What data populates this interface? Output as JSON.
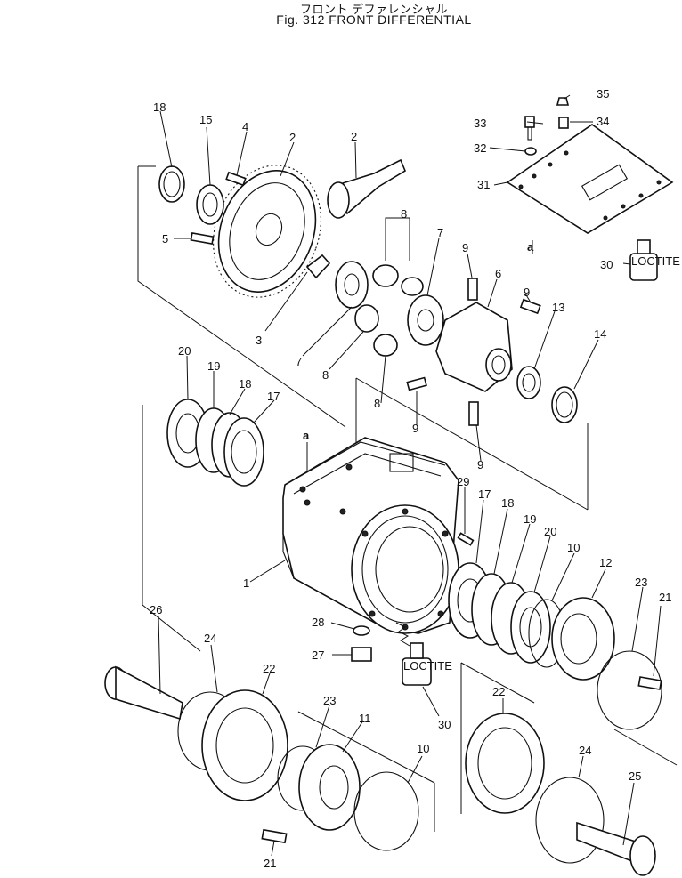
{
  "title": {
    "japanese": "フロント デファレンシャル",
    "english": "Fig. 312 FRONT DIFFERENTIAL"
  },
  "callouts": [
    "18",
    "15",
    "4",
    "2",
    "2",
    "35",
    "33",
    "34",
    "32",
    "31",
    "5",
    "8",
    "7",
    "9",
    "6",
    "9",
    "13",
    "30",
    "3",
    "7",
    "8",
    "14",
    "20",
    "19",
    "18",
    "17",
    "8",
    "9",
    "9",
    "a",
    "a",
    "1",
    "29",
    "17",
    "18",
    "19",
    "20",
    "10",
    "12",
    "23",
    "21",
    "26",
    "24",
    "22",
    "28",
    "27",
    "30",
    "23",
    "11",
    "10",
    "22",
    "24",
    "25",
    "21"
  ],
  "labels": {
    "loctite_small": "LOCTITE",
    "loctite_large": "LOCTITE"
  }
}
